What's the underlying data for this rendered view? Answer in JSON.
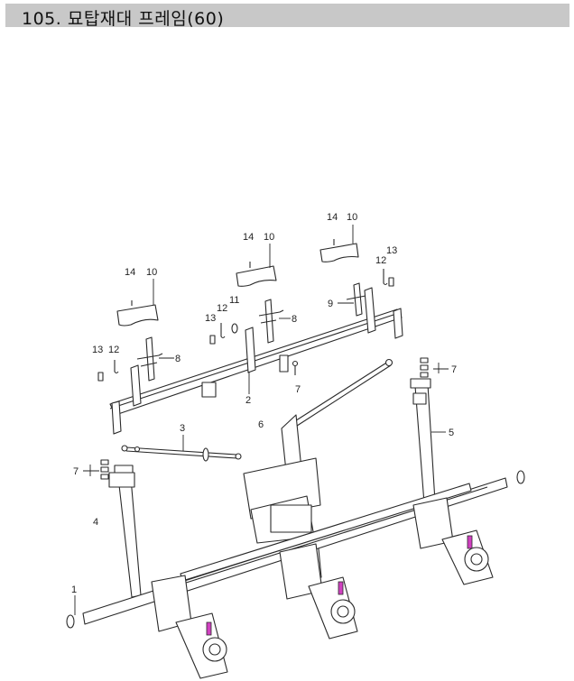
{
  "page": {
    "title": "105. 묘탑재대 프레임(60)",
    "colors": {
      "header_bg": "#c8c8c8",
      "line": "#2a2a2a",
      "accent": "#d040c0"
    }
  },
  "callouts": {
    "c1": "1",
    "c2": "2",
    "c3": "3",
    "c4": "4",
    "c5": "5",
    "c6": "6",
    "c7a": "7",
    "c7b": "7",
    "c7c": "7",
    "c8a": "8",
    "c8b": "8",
    "c9": "9",
    "c10a": "10",
    "c10b": "10",
    "c10c": "10",
    "c11": "11",
    "c12a": "12",
    "c12b": "12",
    "c12c": "12",
    "c13a": "13",
    "c13b": "13",
    "c13c": "13",
    "c14a": "14",
    "c14b": "14",
    "c14c": "14"
  }
}
